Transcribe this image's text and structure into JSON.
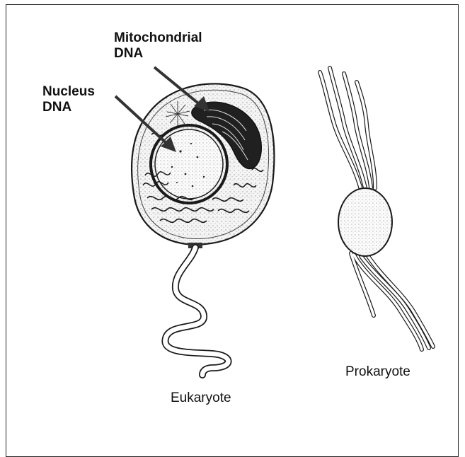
{
  "labels": {
    "mitochondrial_line1": "Mitochondrial",
    "mitochondrial_line2": "DNA",
    "nucleus_line1": "Nucleus",
    "nucleus_line2": "DNA",
    "eukaryote": "Eukaryote",
    "prokaryote": "Prokaryote"
  },
  "colors": {
    "line": "#1a1a1a",
    "mitochondrion": "#202020",
    "nucleus_fill": "#f6f6f6",
    "cell_fill": "#eeeeee"
  }
}
